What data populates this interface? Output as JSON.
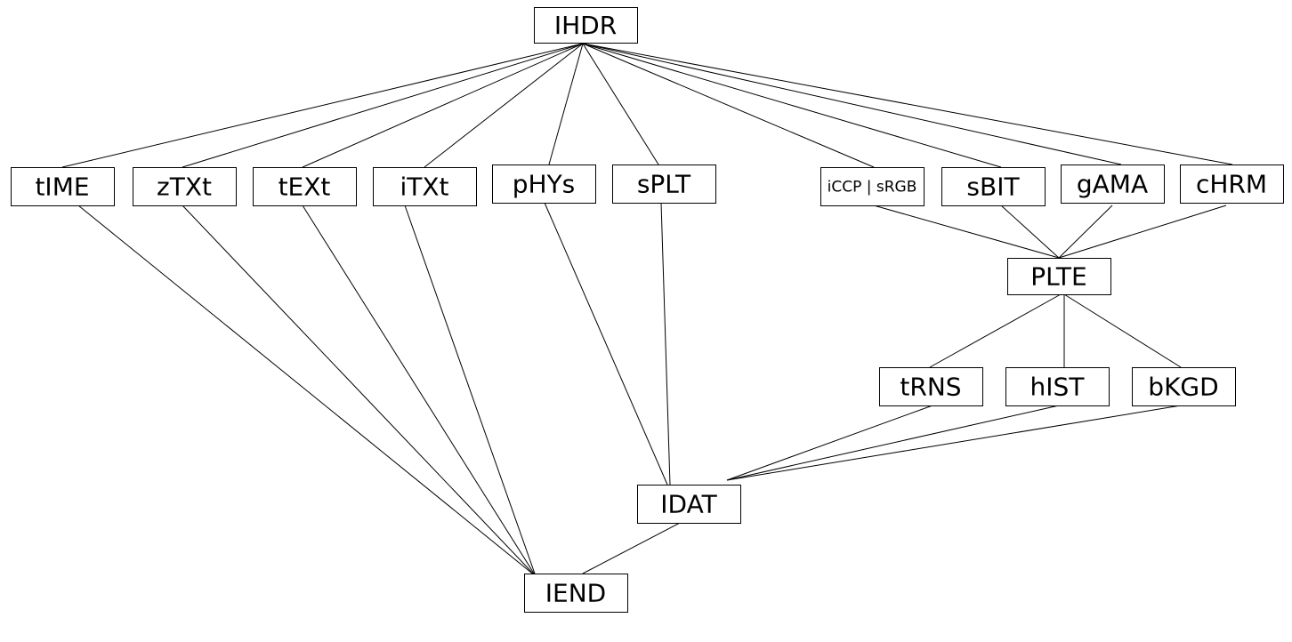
{
  "diagram": {
    "nodes": [
      {
        "id": "IHDR",
        "label": "IHDR"
      },
      {
        "id": "tIME",
        "label": "tIME"
      },
      {
        "id": "zTXt",
        "label": "zTXt"
      },
      {
        "id": "tEXt",
        "label": "tEXt"
      },
      {
        "id": "iTXt",
        "label": "iTXt"
      },
      {
        "id": "pHYs",
        "label": "pHYs"
      },
      {
        "id": "sPLT",
        "label": "sPLT"
      },
      {
        "id": "iCCP_sRGB",
        "label": "iCCP | sRGB"
      },
      {
        "id": "sBIT",
        "label": "sBIT"
      },
      {
        "id": "gAMA",
        "label": "gAMA"
      },
      {
        "id": "cHRM",
        "label": "cHRM"
      },
      {
        "id": "PLTE",
        "label": "PLTE"
      },
      {
        "id": "tRNS",
        "label": "tRNS"
      },
      {
        "id": "hIST",
        "label": "hIST"
      },
      {
        "id": "bKGD",
        "label": "bKGD"
      },
      {
        "id": "IDAT",
        "label": "IDAT"
      },
      {
        "id": "IEND",
        "label": "IEND"
      }
    ],
    "edges": [
      [
        "IHDR",
        "tIME"
      ],
      [
        "IHDR",
        "zTXt"
      ],
      [
        "IHDR",
        "tEXt"
      ],
      [
        "IHDR",
        "iTXt"
      ],
      [
        "IHDR",
        "pHYs"
      ],
      [
        "IHDR",
        "sPLT"
      ],
      [
        "IHDR",
        "iCCP_sRGB"
      ],
      [
        "IHDR",
        "sBIT"
      ],
      [
        "IHDR",
        "gAMA"
      ],
      [
        "IHDR",
        "cHRM"
      ],
      [
        "iCCP_sRGB",
        "PLTE"
      ],
      [
        "sBIT",
        "PLTE"
      ],
      [
        "gAMA",
        "PLTE"
      ],
      [
        "cHRM",
        "PLTE"
      ],
      [
        "PLTE",
        "tRNS"
      ],
      [
        "PLTE",
        "hIST"
      ],
      [
        "PLTE",
        "bKGD"
      ],
      [
        "tRNS",
        "IDAT"
      ],
      [
        "hIST",
        "IDAT"
      ],
      [
        "bKGD",
        "IDAT"
      ],
      [
        "pHYs",
        "IDAT"
      ],
      [
        "sPLT",
        "IDAT"
      ],
      [
        "tIME",
        "IEND"
      ],
      [
        "zTXt",
        "IEND"
      ],
      [
        "tEXt",
        "IEND"
      ],
      [
        "iTXt",
        "IEND"
      ],
      [
        "IDAT",
        "IEND"
      ]
    ]
  }
}
